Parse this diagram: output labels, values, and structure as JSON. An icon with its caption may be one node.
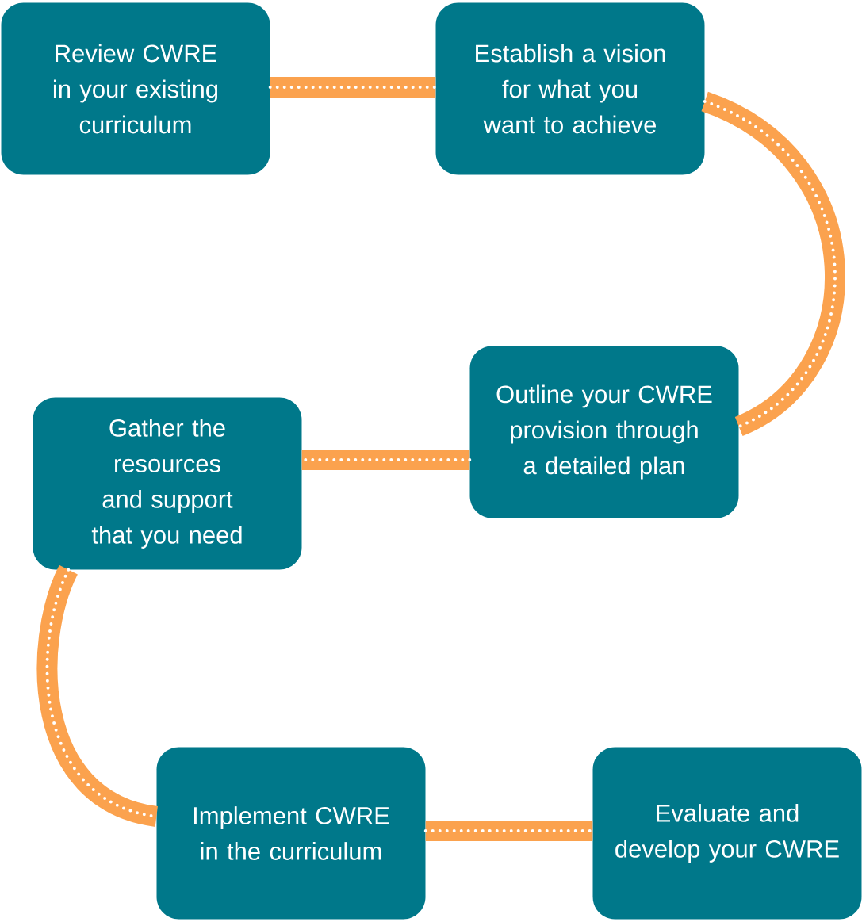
{
  "diagram": {
    "nodes": [
      {
        "text": [
          "Review CWRE in your existing curriculum"
        ]
      },
      {
        "text": [
          "Establish a vision for what you want to achieve"
        ]
      },
      {
        "text": [
          "Outline your CWRE provision through a detailed plan"
        ]
      },
      {
        "text": [
          "Gather the resources and support that you need"
        ]
      },
      {
        "text": [
          "Implement CWRE in the curriculum"
        ]
      },
      {
        "text": [
          "Evaluate and develop your CWRE"
        ]
      }
    ],
    "edges": [
      {
        "from": 0,
        "to": 1,
        "arrow": "none"
      },
      {
        "from": 1,
        "to": 2,
        "arrow": "none"
      },
      {
        "from": 2,
        "to": 3,
        "arrow": "none"
      },
      {
        "from": 3,
        "to": 4,
        "arrow": "none"
      },
      {
        "from": 4,
        "to": 5,
        "arrow": "none"
      }
    ]
  }
}
